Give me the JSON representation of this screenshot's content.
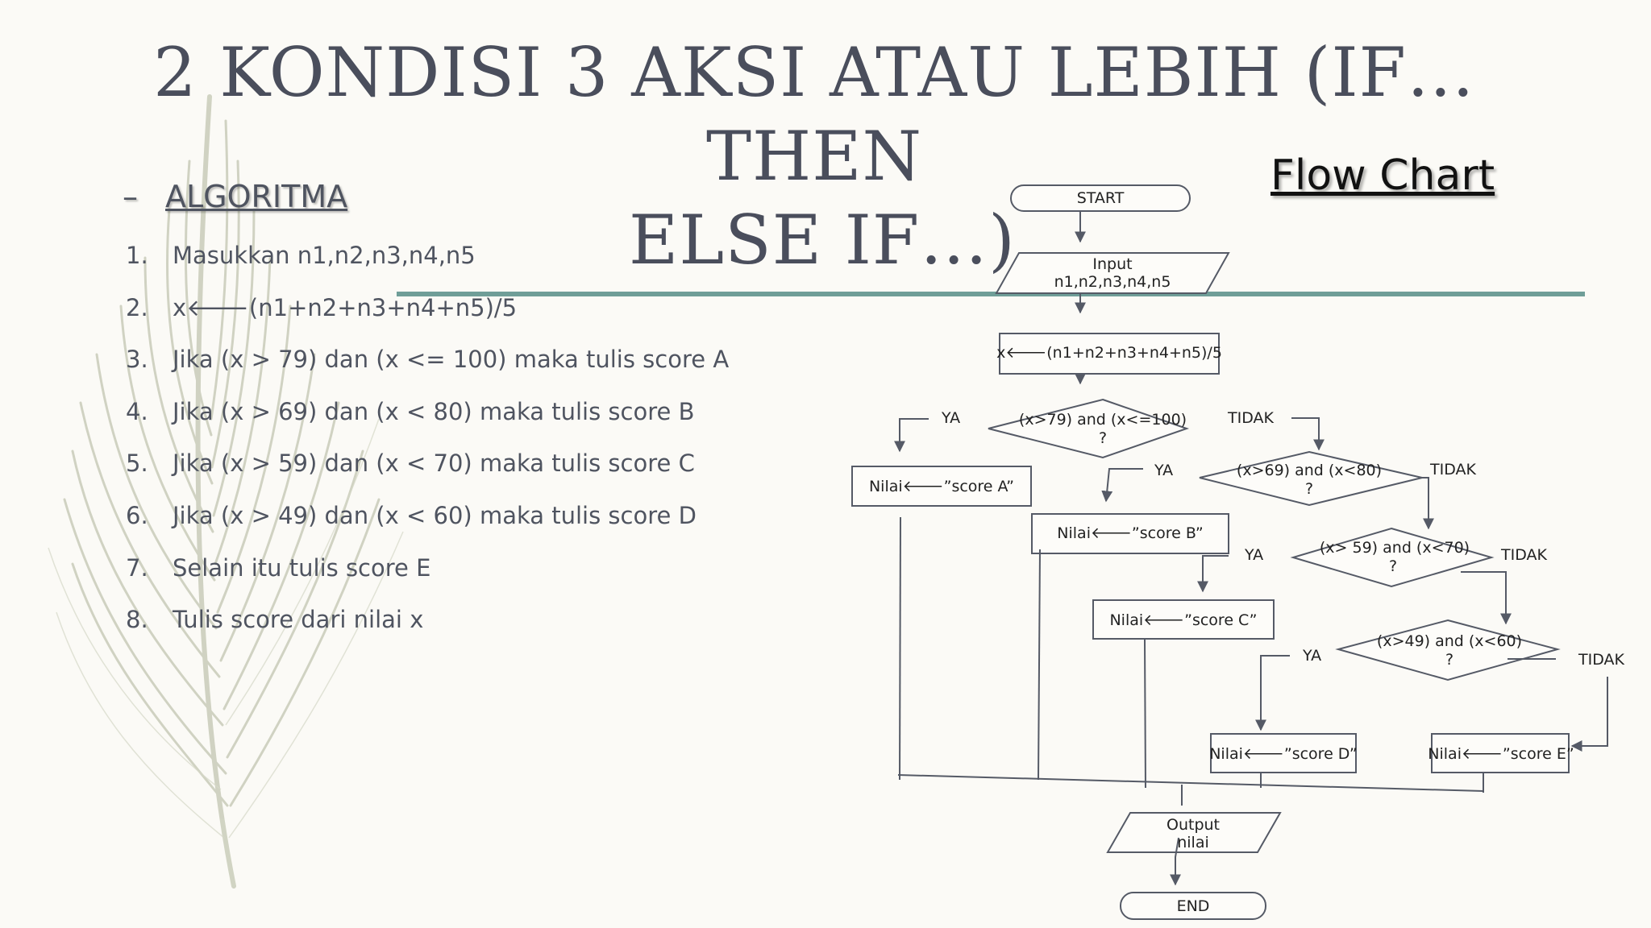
{
  "title": {
    "line1": "2 KONDISI 3 AKSI ATAU LEBIH (IF…THEN",
    "line2": "ELSE IF…)"
  },
  "algorithm": {
    "dash": "–",
    "heading": "ALGORITMA",
    "steps": [
      {
        "num": "1.",
        "text": "Masukkan n1,n2,n3,n4,n5"
      },
      {
        "num": "2.",
        "text": "x🡐(n1+n2+n3+n4+n5)/5"
      },
      {
        "num": "3.",
        "text": "Jika (x > 79) dan (x <= 100) maka tulis score A"
      },
      {
        "num": "4.",
        "text": "Jika (x > 69) dan (x < 80) maka tulis score B"
      },
      {
        "num": "5.",
        "text": "Jika (x > 59) dan (x < 70) maka tulis score C"
      },
      {
        "num": "6.",
        "text": "Jika (x > 49) dan (x < 60) maka tulis score D"
      },
      {
        "num": "7.",
        "text": "Selain itu tulis score E"
      },
      {
        "num": "8.",
        "text": "Tulis score dari nilai x"
      }
    ]
  },
  "flowchart": {
    "heading": "Flow Chart",
    "start": "START",
    "input_line1": "Input",
    "input_line2": "n1,n2,n3,n4,n5",
    "process": "x🡐(n1+n2+n3+n4+n5)/5",
    "cond1_line1": "(x>79) and (x<=100)",
    "cond1_line2": "?",
    "cond2_line1": "(x>69) and (x<80)",
    "cond2_line2": "?",
    "cond3_line1": "(x> 59) and (x<70)",
    "cond3_line2": "?",
    "cond4_line1": "(x>49) and (x<60)",
    "cond4_line2": "?",
    "yes": "YA",
    "no": "TIDAK",
    "score_a": "Nilai🡐”score A”",
    "score_b": "Nilai🡐”score B”",
    "score_c": "Nilai🡐”score C”",
    "score_d": "Nilai🡐”score D”",
    "score_e": "Nilai🡐”score E”",
    "output_line1": "Output",
    "output_line2": "nilai",
    "end": "END"
  }
}
